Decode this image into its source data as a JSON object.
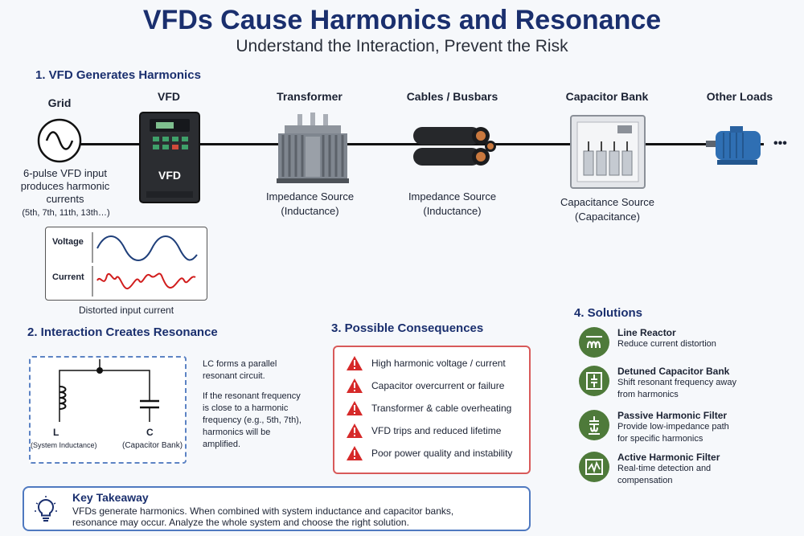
{
  "header": {
    "title": "VFDs Cause Harmonics and Resonance",
    "subtitle": "Understand the Interaction, Prevent the Risk"
  },
  "section1": {
    "heading": "1. VFD Generates Harmonics",
    "grid_label": "Grid",
    "vfd_label": "VFD",
    "vfd_panel_text": "VFD",
    "transformer_label": "Transformer",
    "cables_label": "Cables / Busbars",
    "capbank_label": "Capacitor Bank",
    "loads_label": "Other Loads",
    "loads_more": "•••",
    "grid_note": {
      "line1": "6-pulse VFD input",
      "line2": "produces harmonic",
      "line3": "currents",
      "line4": "(5th, 7th, 11th, 13th…)"
    },
    "transformer_note": {
      "line1": "Impedance Source",
      "line2": "(Inductance)"
    },
    "cables_note": {
      "line1": "Impedance Source",
      "line2": "(Inductance)"
    },
    "capbank_note": {
      "line1": "Capacitance Source",
      "line2": "(Capacitance)"
    },
    "waveform": {
      "voltage_label": "Voltage",
      "current_label": "Current",
      "caption": "Distorted input current",
      "voltage_color": "#1f3f7a",
      "current_color": "#d11d1d"
    }
  },
  "section2": {
    "heading": "2. Interaction Creates Resonance",
    "inductor_letter": "L",
    "inductor_caption": "(System Inductance)",
    "capacitor_letter": "C",
    "capacitor_caption": "(Capacitor Bank)",
    "text": {
      "line1": "LC forms a parallel",
      "line2": "resonant circuit.",
      "line3": "If the resonant frequency",
      "line4": "is close to a harmonic",
      "line5": "frequency (e.g., 5th, 7th),",
      "line6": "harmonics will be",
      "line7": "amplified."
    }
  },
  "section3": {
    "heading": "3. Possible Consequences",
    "items": [
      "High harmonic voltage / current",
      "Capacitor overcurrent or failure",
      "Transformer & cable overheating",
      "VFD trips and reduced lifetime",
      "Poor power quality and instability"
    ],
    "warning_color": "#d62a2a"
  },
  "section4": {
    "heading": "4. Solutions",
    "icon_color": "#4e7a3a",
    "items": [
      {
        "icon": "line-reactor-icon",
        "title": "Line Reactor",
        "line1": "Reduce current distortion",
        "line2": ""
      },
      {
        "icon": "detuned-capacitor-icon",
        "title": "Detuned Capacitor Bank",
        "line1": "Shift resonant frequency away",
        "line2": "from harmonics"
      },
      {
        "icon": "passive-filter-icon",
        "title": "Passive Harmonic Filter",
        "line1": "Provide low-impedance path",
        "line2": "for specific harmonics"
      },
      {
        "icon": "active-filter-icon",
        "title": "Active Harmonic Filter",
        "line1": "Real-time detection and",
        "line2": "compensation"
      }
    ]
  },
  "takeaway": {
    "heading": "Key Takeaway",
    "line1": "VFDs generate harmonics. When combined with system inductance and capacitor banks,",
    "line2": "resonance may occur. Analyze the whole system and choose the right solution."
  }
}
